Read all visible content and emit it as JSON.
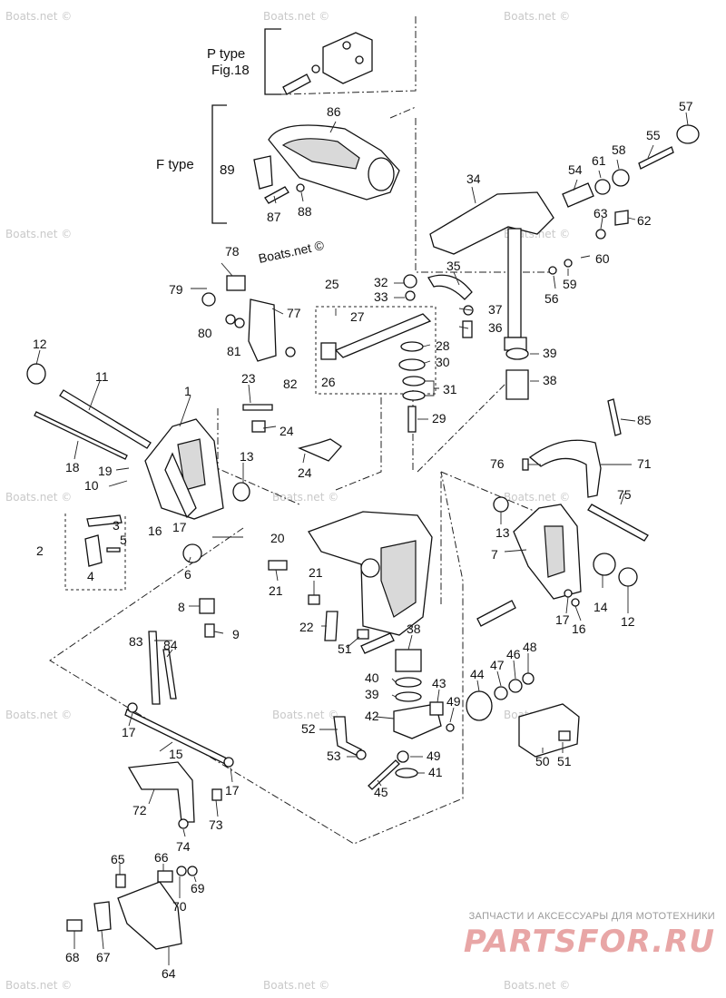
{
  "types": {
    "p_type": "P type",
    "p_type_fig": "Fig.18",
    "f_type": "F type"
  },
  "watermark": "Boats.net ©",
  "brand": {
    "tagline": "ЗАПЧАСТИ И АКСЕССУАРЫ ДЛЯ МОТОТЕХНИКИ",
    "logo": "PARTSFOR.RU"
  },
  "parts": [
    "1",
    "2",
    "3",
    "4",
    "5",
    "6",
    "7",
    "8",
    "9",
    "10",
    "11",
    "12",
    "13",
    "14",
    "15",
    "16",
    "17",
    "18",
    "19",
    "20",
    "21",
    "22",
    "23",
    "24",
    "25",
    "26",
    "27",
    "28",
    "29",
    "30",
    "31",
    "32",
    "33",
    "34",
    "35",
    "36",
    "37",
    "38",
    "39",
    "40",
    "41",
    "42",
    "43",
    "44",
    "45",
    "46",
    "47",
    "48",
    "49",
    "50",
    "51",
    "52",
    "53",
    "54",
    "55",
    "56",
    "57",
    "58",
    "59",
    "60",
    "61",
    "62",
    "63",
    "64",
    "65",
    "66",
    "67",
    "68",
    "69",
    "70",
    "71",
    "72",
    "73",
    "74",
    "75",
    "76",
    "77",
    "78",
    "79",
    "80",
    "81",
    "82",
    "83",
    "84",
    "85",
    "86",
    "87",
    "88",
    "89"
  ]
}
